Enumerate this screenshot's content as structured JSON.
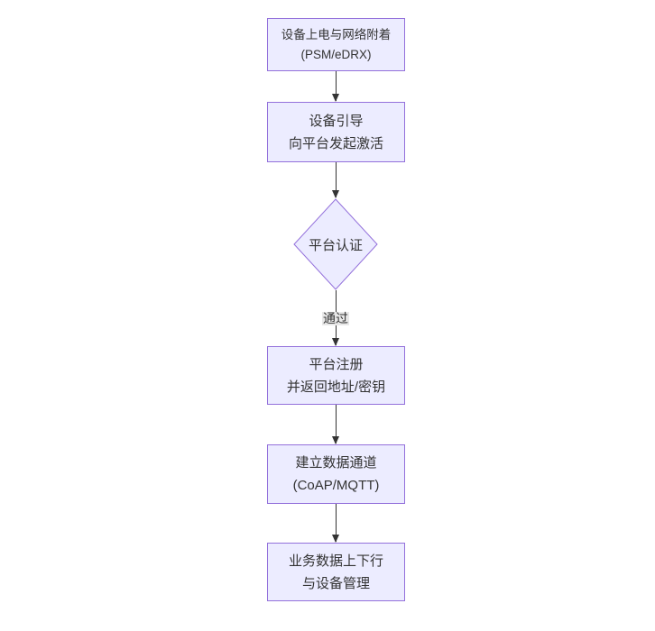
{
  "diagram": {
    "type": "flowchart",
    "direction": "top-down",
    "nodes": [
      {
        "id": "power",
        "shape": "rect",
        "lines": [
          "设备上电与网络附着",
          "(PSM/eDRX)"
        ]
      },
      {
        "id": "bootstrap",
        "shape": "rect",
        "lines": [
          "设备引导",
          "向平台发起激活"
        ]
      },
      {
        "id": "auth",
        "shape": "diamond",
        "lines": [
          "平台认证"
        ]
      },
      {
        "id": "register",
        "shape": "rect",
        "lines": [
          "平台注册",
          "并返回地址/密钥"
        ]
      },
      {
        "id": "channel",
        "shape": "rect",
        "lines": [
          "建立数据通道",
          "(CoAP/MQTT)"
        ]
      },
      {
        "id": "business",
        "shape": "rect",
        "lines": [
          "业务数据上下行",
          "与设备管理"
        ]
      }
    ],
    "edges": [
      {
        "from": "power",
        "to": "bootstrap",
        "label": ""
      },
      {
        "from": "bootstrap",
        "to": "auth",
        "label": ""
      },
      {
        "from": "auth",
        "to": "register",
        "label": "通过"
      },
      {
        "from": "register",
        "to": "channel",
        "label": ""
      },
      {
        "from": "channel",
        "to": "business",
        "label": ""
      }
    ],
    "colors": {
      "node_fill": "#ECECFF",
      "node_border": "#9370DB",
      "arrow": "#333333",
      "text": "#333333",
      "edge_label_bg": "#e8e8e8",
      "background": "#ffffff"
    }
  }
}
